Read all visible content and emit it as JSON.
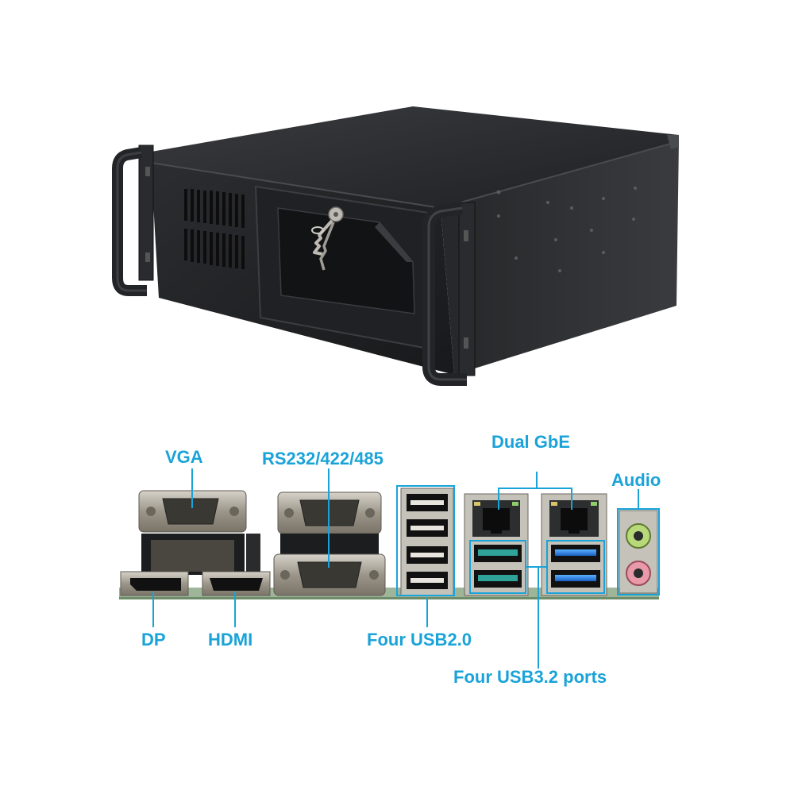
{
  "labels": {
    "vga": "VGA",
    "serial": "RS232/422/485",
    "dual_gbe": "Dual GbE",
    "audio": "Audio",
    "dp": "DP",
    "hdmi": "HDMI",
    "usb2": "Four USB2.0",
    "usb3": "Four USB3.2 ports"
  },
  "colors": {
    "callout": "#1aa3d8",
    "chassis": "#2b2c2f",
    "pcb": "#9fb59a"
  }
}
